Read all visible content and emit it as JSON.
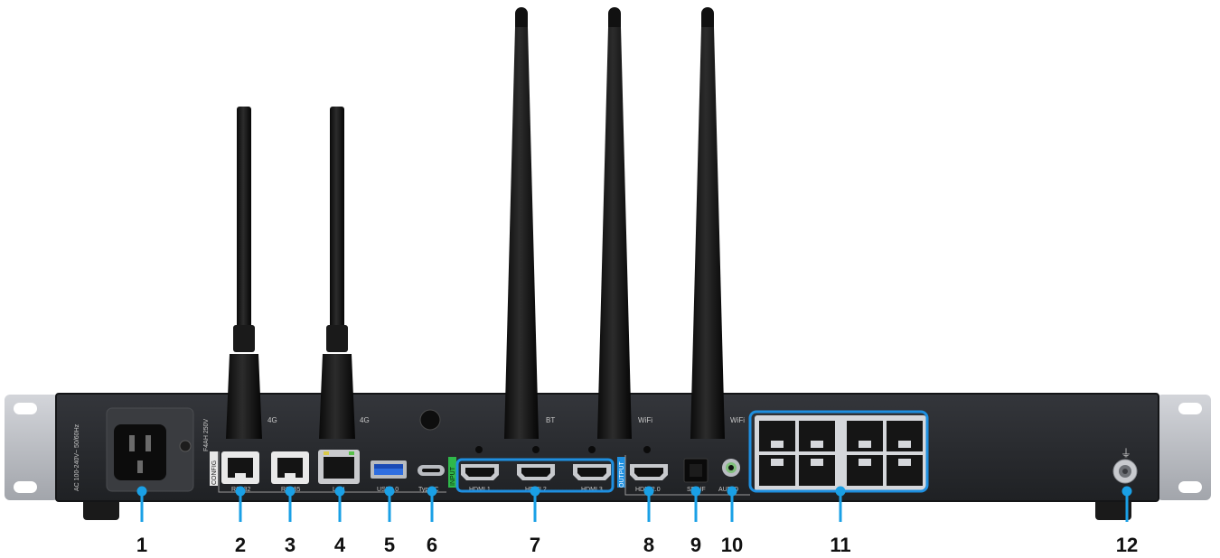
{
  "panel_labels": {
    "power_rating": "AC 100-240V~ 50/60Hz",
    "fuse_rating": "F4AH 250V",
    "config": "CONFIG",
    "antenna_4g_1": "4G",
    "antenna_4g_2": "4G",
    "antenna_bt": "BT",
    "antenna_wifi_1": "WiFi",
    "antenna_wifi_2": "WiFi",
    "rs232": "RS232",
    "rs485": "RS485",
    "lan": "LAN",
    "usb": "USB3.0",
    "typec": "Type-C",
    "input": "INPUT",
    "hdmi_in_1": "HDMI 1",
    "hdmi_in_2": "HDMI 2",
    "hdmi_in_3": "HDMI 3",
    "output": "OUTPUT",
    "hdmi_out": "HDMI2.0",
    "spdif": "SPDIF",
    "audio": "AUDIO",
    "ground_symbol": "⏚"
  },
  "callouts": [
    "1",
    "2",
    "3",
    "4",
    "5",
    "6",
    "7",
    "8",
    "9",
    "10",
    "11",
    "12"
  ],
  "colors": {
    "callout_line": "#1aa0e6",
    "highlight_box": "#1e8fe0",
    "panel": "#2b2d31",
    "rack_ear": "#b9bcc2",
    "input_badge": "#2fb84a",
    "output_badge": "#1e8fe0"
  }
}
